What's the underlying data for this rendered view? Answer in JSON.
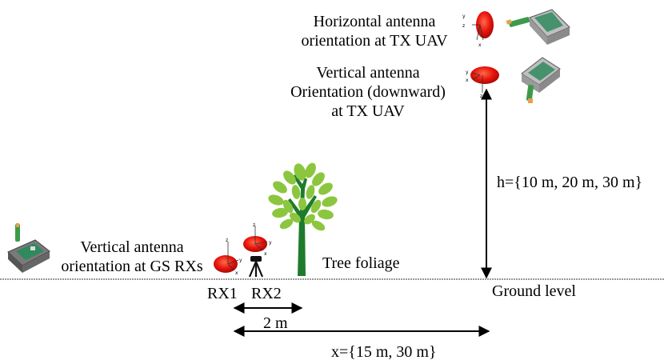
{
  "labels": {
    "tx_horizontal": [
      "Horizontal antenna",
      "orientation at TX UAV"
    ],
    "tx_vertical": [
      "Vertical antenna",
      "Orientation (downward)",
      "at TX UAV"
    ],
    "gs_vertical": [
      "Vertical antenna",
      "orientation at GS RXs"
    ],
    "tree": "Tree foliage",
    "rx1": "RX1",
    "rx2": "RX2",
    "ground": "Ground level",
    "height": "h={10 m, 20 m, 30 m}",
    "rx_spacing": "2 m",
    "distance": "x={15 m, 30 m}"
  },
  "axis_letters": {
    "x": "x",
    "y": "y",
    "z": "z"
  },
  "colors": {
    "antenna_pattern": "#e8140c",
    "tree_leaves": "#8cc63f",
    "tree_trunk": "#1e7b2c",
    "board_body": "#6e6e6e",
    "board_pcb": "#2f8a5e",
    "antenna_stick": "#3c9a4a",
    "antenna_tip": "#e3a24a"
  }
}
